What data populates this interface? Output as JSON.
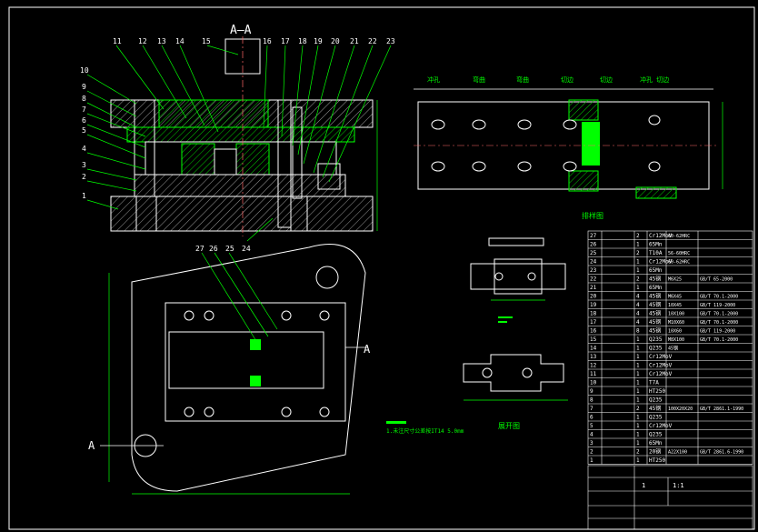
{
  "section_title": "A—A",
  "callouts_left": [
    "10",
    "9",
    "8",
    "7",
    "6",
    "5",
    "4",
    "3",
    "2",
    "1"
  ],
  "callouts_top": [
    "11",
    "12",
    "13",
    "14",
    "15",
    "16",
    "17",
    "18",
    "19",
    "20",
    "21",
    "22",
    "23"
  ],
  "callouts_plan": [
    "27",
    "26",
    "25",
    "24"
  ],
  "section_marks": [
    "A",
    "A"
  ],
  "strip_title": "排样图",
  "strip_headers": [
    "冲孔",
    "弯曲",
    "弯曲",
    "切边",
    "切边",
    "冲孔 切边"
  ],
  "part_title": "展开图",
  "note_text": "1.未注尺寸公差按IT14 5.0mm",
  "colors": {
    "bg": "#000000",
    "line": "#ffffff",
    "accent": "#00ff00",
    "hatch": "#00cc00"
  },
  "bom_rows": [
    [
      "27",
      "",
      "2",
      "Cr12MoV",
      "60-62HRC",
      ""
    ],
    [
      "26",
      "",
      "1",
      "65Mn",
      "",
      ""
    ],
    [
      "25",
      "",
      "2",
      "T10A",
      "56-60HRC",
      ""
    ],
    [
      "24",
      "",
      "1",
      "Cr12MoV",
      "60-62HRC",
      ""
    ],
    [
      "23",
      "",
      "1",
      "65Mn",
      "",
      ""
    ],
    [
      "22",
      "",
      "2",
      "45钢",
      "M6X25",
      "GB/T 65-2000"
    ],
    [
      "21",
      "",
      "1",
      "65Mn",
      "",
      ""
    ],
    [
      "20",
      "",
      "4",
      "45钢",
      "M6X45",
      "GB/T 70.1-2000"
    ],
    [
      "19",
      "",
      "4",
      "45钢",
      "10X45",
      "GB/T 119-2000"
    ],
    [
      "18",
      "",
      "4",
      "45钢",
      "10X100",
      "GB/T 70.1-2000"
    ],
    [
      "17",
      "",
      "4",
      "45钢",
      "M10X60",
      "GB/T 70.1-2000"
    ],
    [
      "16",
      "",
      "8",
      "45钢",
      "10X60",
      "GB/T 119-2000"
    ],
    [
      "15",
      "",
      "1",
      "Q235",
      "M8X100",
      "GB/T 70.1-2000"
    ],
    [
      "14",
      "",
      "1",
      "Q235",
      "45钢",
      ""
    ],
    [
      "13",
      "",
      "1",
      "Cr12MoV",
      "",
      ""
    ],
    [
      "12",
      "",
      "1",
      "Cr12MoV",
      "",
      ""
    ],
    [
      "11",
      "",
      "1",
      "Cr12MoV",
      "",
      ""
    ],
    [
      "10",
      "",
      "1",
      "T7A",
      "",
      ""
    ],
    [
      "9",
      "",
      "1",
      "HT250",
      "",
      ""
    ],
    [
      "8",
      "",
      "1",
      "Q235",
      "",
      ""
    ],
    [
      "7",
      "",
      "2",
      "45钢",
      "100X20X20",
      "GB/T 2861.1-1990"
    ],
    [
      "6",
      "",
      "1",
      "Q235",
      "",
      ""
    ],
    [
      "5",
      "",
      "1",
      "Cr12MoV",
      "",
      ""
    ],
    [
      "4",
      "",
      "1",
      "Q235",
      "",
      ""
    ],
    [
      "3",
      "",
      "1",
      "65Mn",
      "",
      ""
    ],
    [
      "2",
      "",
      "2",
      "20钢",
      "A22X100",
      "GB/T 2861.6-1990"
    ],
    [
      "1",
      "",
      "1",
      "HT250",
      "",
      ""
    ]
  ],
  "title_block": {
    "drawing_name": "",
    "scale": "1:1",
    "sheet": "1"
  }
}
